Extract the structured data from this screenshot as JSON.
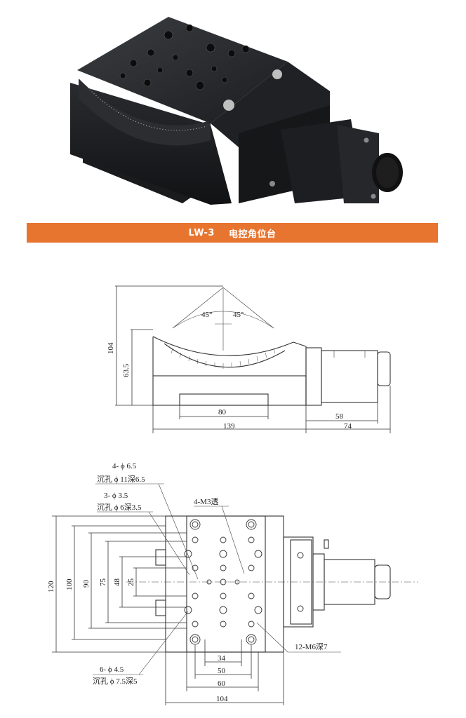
{
  "banner": {
    "model": "LW-3",
    "name": "电控角位台"
  },
  "front_view": {
    "angle_left": "45°",
    "angle_right": "45°",
    "dims": {
      "height_total": "104",
      "height_axis": "63.5",
      "base_width": "80",
      "body_width": "139",
      "motor_a": "58",
      "motor_b": "74"
    }
  },
  "top_view": {
    "callouts": {
      "c1_line1": "4- ϕ 6.5",
      "c1_line2": "沉孔 ϕ 11深6.5",
      "c2_line1": "3- ϕ 3.5",
      "c2_line2": "沉孔 ϕ 6深3.5",
      "c3": "4-M3透",
      "c4": "12-M6深7",
      "c5_line1": "6- ϕ 4.5",
      "c5_line2": "沉孔 ϕ 7.5深5"
    },
    "dims": {
      "v120": "120",
      "v100": "100",
      "v90": "90",
      "v75": "75",
      "v48": "48",
      "v25": "25",
      "h34": "34",
      "h50": "50",
      "h60": "60",
      "h104": "104"
    }
  }
}
